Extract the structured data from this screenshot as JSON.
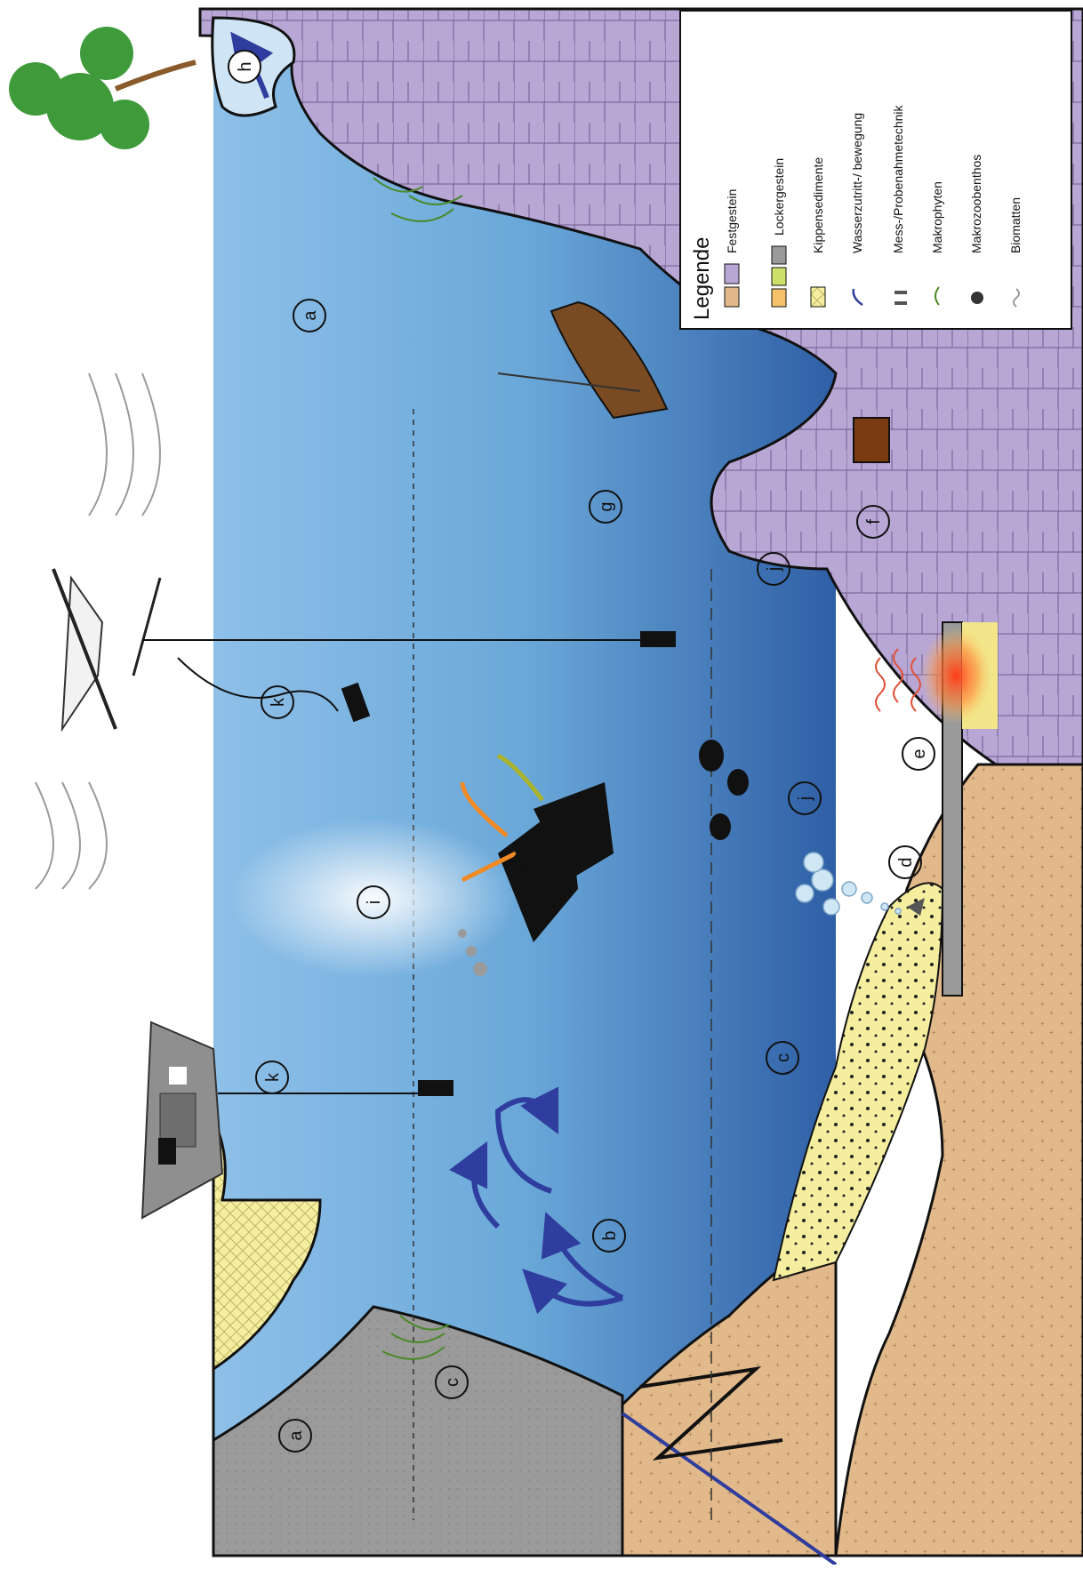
{
  "labels": {
    "a": "a",
    "b": "b",
    "c": "c",
    "d": "d",
    "e": "e",
    "f": "f",
    "g": "g",
    "h": "h",
    "i": "i",
    "j": "j",
    "k": "k"
  },
  "legend": {
    "title": "Legende",
    "items": [
      {
        "label": "Festgestein"
      },
      {
        "label": "Lockergestein"
      },
      {
        "label": "Kippensedimente"
      },
      {
        "label": "Wasserzutritt-/ bewegung"
      },
      {
        "label": "Mess-/Probenahmetechnik"
      },
      {
        "label": "Makrophyten"
      },
      {
        "label": "Makrozoobenthos"
      },
      {
        "label": "Biomatten"
      }
    ]
  },
  "colors": {
    "water": "#6aa8d9",
    "water_deep": "#3c6fb0",
    "bedrock": "#b8a6d4",
    "loose_rock": "#e2b98a",
    "dump_sediment": "#f5ee9e",
    "gray_rock": "#9a9a9a",
    "flow_arrow": "#2f3d9e"
  }
}
